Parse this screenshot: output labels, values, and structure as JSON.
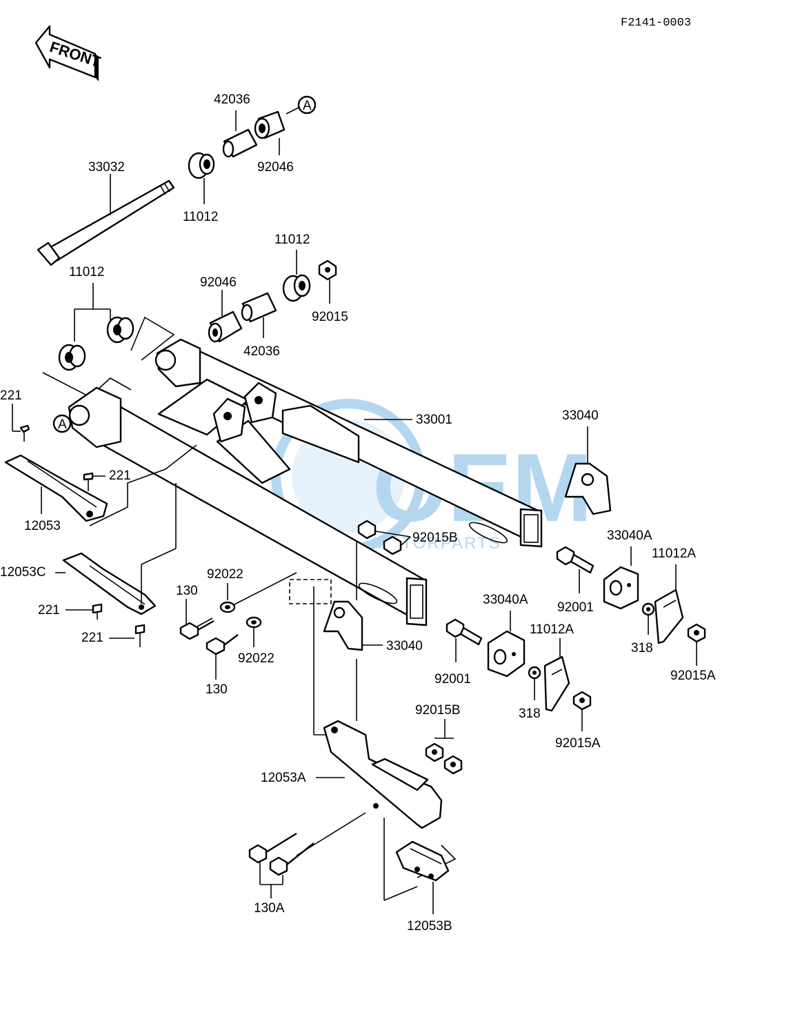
{
  "diagram": {
    "code": "F2141-0003",
    "front_label": "FRONT",
    "ref_marker": "A",
    "watermark": {
      "brand": "OEM",
      "sub": "MOTORPARTS",
      "color": "#2b8fd6"
    },
    "labels": {
      "p42036_top": "42036",
      "p92046_top": "92046",
      "p33032": "33032",
      "p11012_top": "11012",
      "p11012_mid": "11012",
      "p92046_mid": "92046",
      "p92015": "92015",
      "p42036_mid": "42036",
      "p11012_left": "11012",
      "p221_a": "221",
      "p221_b": "221",
      "p12053": "12053",
      "p33001": "33001",
      "p33040_right": "33040",
      "p92015B_a": "92015B",
      "p33040A_right": "33040A",
      "p11012A_right": "11012A",
      "p12053C": "12053C",
      "p92022_a": "92022",
      "p130_a": "130",
      "p221_c": "221",
      "p221_d": "221",
      "p92001_right": "92001",
      "p318_right": "318",
      "p92015A_right": "92015A",
      "p33040A_mid": "33040A",
      "p11012A_mid": "11012A",
      "p92022_b": "92022",
      "p130_b": "130",
      "p33040_mid": "33040",
      "p92001_mid": "92001",
      "p318_mid": "318",
      "p92015A_mid": "92015A",
      "p92015B_b": "92015B",
      "p12053A": "12053A",
      "p130A": "130A",
      "p12053B": "12053B"
    }
  }
}
